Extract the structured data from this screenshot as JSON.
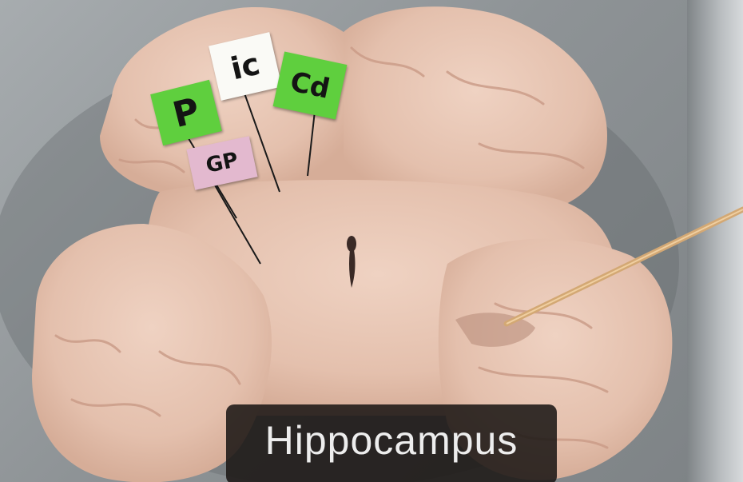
{
  "flags": {
    "putamen": "P",
    "internal_capsule": "ic",
    "caudate": "Cd",
    "globus_pallidus": "GP"
  },
  "caption": "Hippocampus",
  "colors": {
    "green_flag": "#5fcf3e",
    "white_flag": "#fafaf6",
    "pink_flag": "#e3b9cf",
    "brain_tissue": "#e6c4b2",
    "tray": "#8f9497",
    "caption_bg": "#1c1816"
  }
}
